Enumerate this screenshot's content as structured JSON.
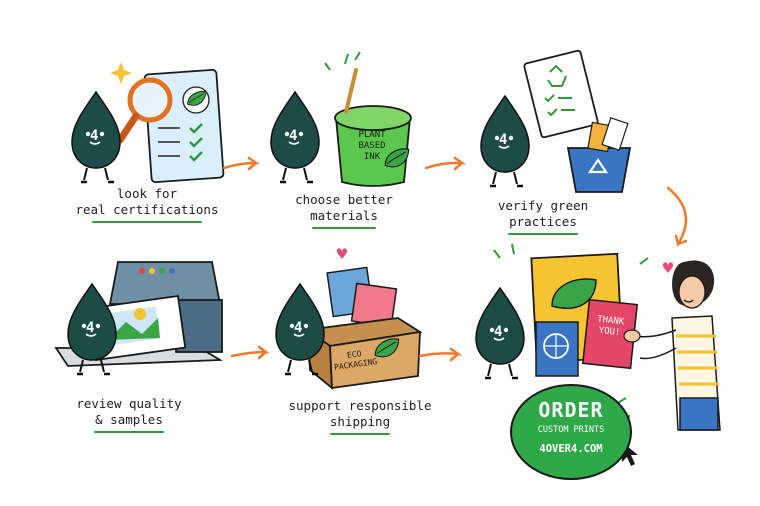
{
  "steps": [
    {
      "label_1": "look for",
      "label_2": "real certifications"
    },
    {
      "label_1": "choose better",
      "label_2": "materials"
    },
    {
      "label_1": "verify green",
      "label_2": "practices"
    },
    {
      "label_1": "review quality",
      "label_2": "& samples"
    },
    {
      "label_1": "support responsible",
      "label_2": "shipping"
    }
  ],
  "mascot_number": "4",
  "bucket": {
    "line1": "PLANT",
    "line2": "BASED",
    "line3": "INK"
  },
  "box": {
    "line1": "ECO",
    "line2": "PACKAGING"
  },
  "card": {
    "line1": "THANK",
    "line2": "YOU!"
  },
  "cta": {
    "title": "ORDER",
    "subtitle": "CUSTOM PRINTS",
    "url": "4OVER4.COM"
  },
  "colors": {
    "drop": "#1d4b45",
    "accent": "#2e9a3c",
    "arrow": "#ef7a2b",
    "bin": "#3a75c4"
  }
}
